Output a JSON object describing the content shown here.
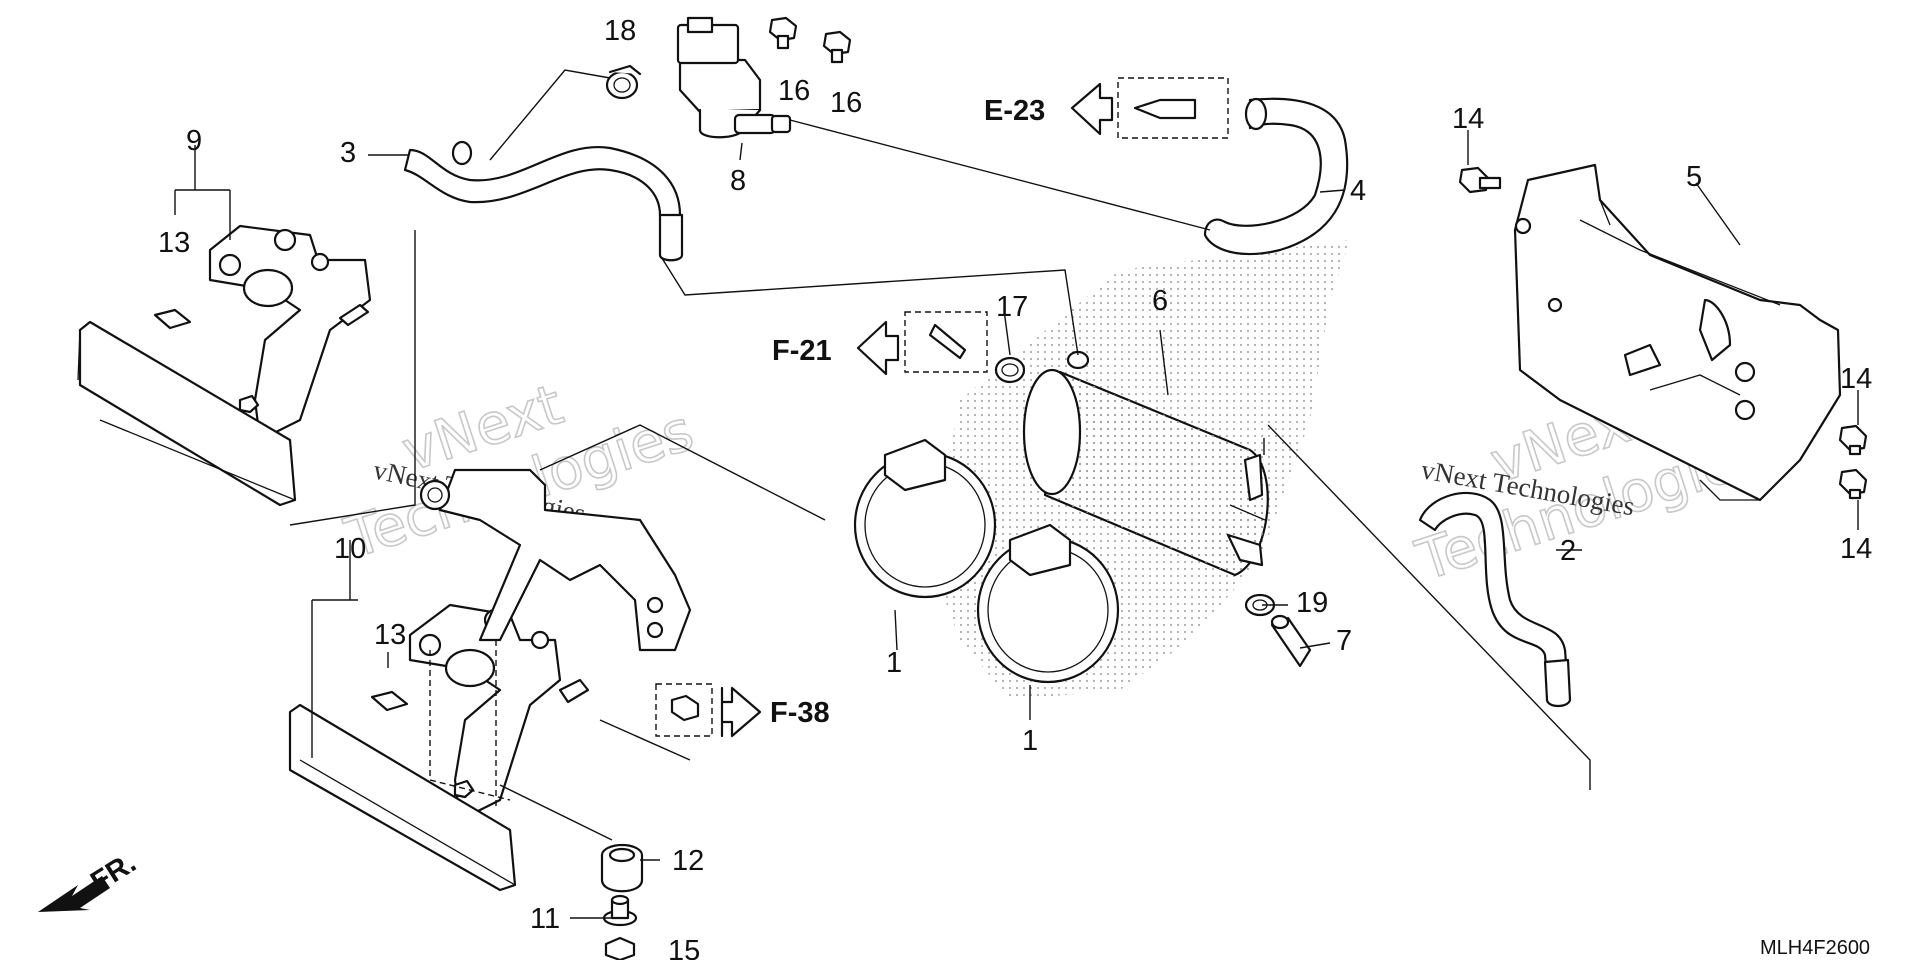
{
  "diagram": {
    "code": "MLH4F2600",
    "direction_label": "FR.",
    "watermark": {
      "line1": "vNext",
      "line2": "Technologies",
      "inline": "vNext Technologies"
    },
    "references": [
      {
        "id": "e23",
        "label": "E-23"
      },
      {
        "id": "f21",
        "label": "F-21"
      },
      {
        "id": "f38",
        "label": "F-38"
      }
    ],
    "callouts": {
      "c1a": "1",
      "c1b": "1",
      "c2": "2",
      "c3": "3",
      "c4": "4",
      "c5": "5",
      "c6": "6",
      "c7": "7",
      "c8": "8",
      "c9": "9",
      "c10": "10",
      "c11": "11",
      "c12": "12",
      "c13a": "13",
      "c13b": "13",
      "c14a": "14",
      "c14b": "14",
      "c14c": "14",
      "c15": "15",
      "c16a": "16",
      "c16b": "16",
      "c17": "17",
      "c18": "18",
      "c19": "19"
    }
  }
}
